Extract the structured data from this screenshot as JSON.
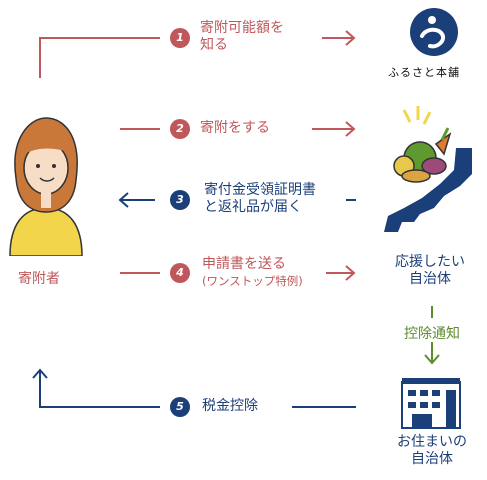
{
  "colors": {
    "red": "#c0575a",
    "blue": "#1b3f78",
    "green": "#5e8c2d"
  },
  "logo": {
    "name": "ふるさと本舗",
    "icon": "furusato-honpo-logo-icon"
  },
  "donor": {
    "label": "寄附者",
    "icon": "donor-woman-icon"
  },
  "steps": [
    {
      "num": "1",
      "line1": "寄附可能額を",
      "line2": "知る"
    },
    {
      "num": "2",
      "line1": "寄附をする"
    },
    {
      "num": "3",
      "line1": "寄付金受領証明書",
      "line2": "と返礼品が届く"
    },
    {
      "num": "4",
      "line1": "申請書を送る",
      "line2": "(ワンストップ特例)"
    },
    {
      "num": "5",
      "line1": "税金控除"
    }
  ],
  "municipality": {
    "line1": "応援したい",
    "line2": "自治体",
    "icon": "japan-map-produce-icon"
  },
  "notice": {
    "label": "控除通知"
  },
  "residence": {
    "line1": "お住まいの",
    "line2": "自治体",
    "icon": "city-hall-building-icon"
  }
}
